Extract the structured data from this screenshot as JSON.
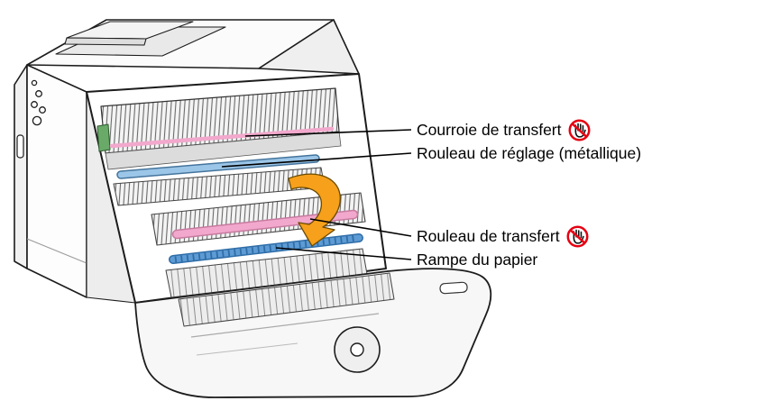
{
  "figure": {
    "labels": [
      {
        "text": "Courroie de transfert",
        "no_touch_icon": true,
        "target": "transfer-belt"
      },
      {
        "text": "Rouleau de réglage (métallique)",
        "no_touch_icon": false,
        "target": "registration-roller"
      },
      {
        "text": "Rouleau de transfert",
        "no_touch_icon": true,
        "target": "transfer-roller"
      },
      {
        "text": "Rampe du papier",
        "no_touch_icon": false,
        "target": "paper-ramp"
      }
    ],
    "icons": {
      "no_touch": "do-not-touch-hand-icon",
      "open_arrow": "open-cover-down-arrow-icon"
    },
    "colors": {
      "transfer_belt_pink": "#f2a8cc",
      "registration_roller_blue": "#9cc6e8",
      "transfer_roller_pink": "#f2a8cc",
      "paper_ramp_blue": "#5e9bd4",
      "arrow_orange": "#f6a01b",
      "prohibition_red": "#e60012",
      "callout_line": "#000000"
    }
  }
}
